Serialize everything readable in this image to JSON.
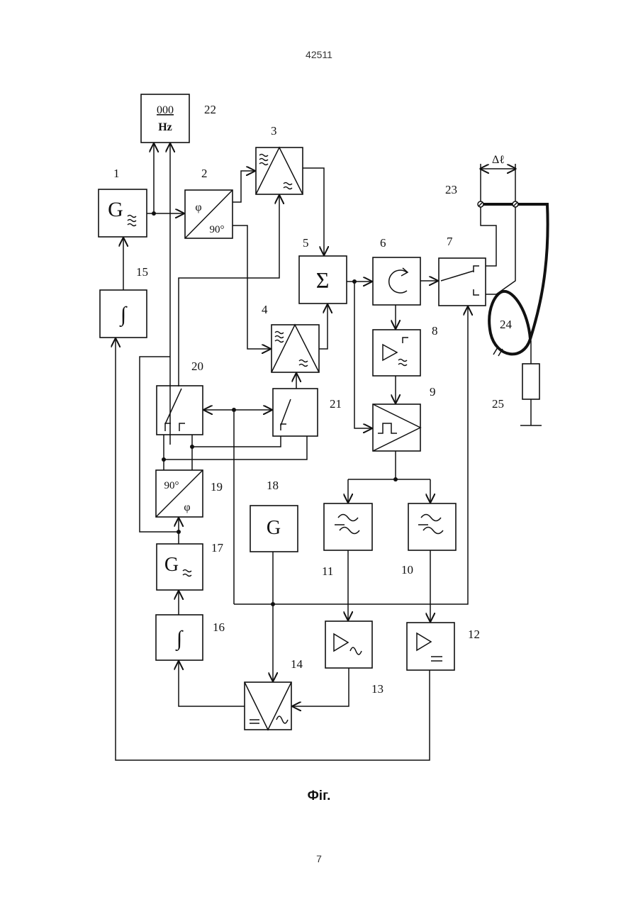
{
  "header": {
    "doc_number": "42511"
  },
  "caption": "Фіг.",
  "page_number": "7",
  "display": {
    "value": "000",
    "unit": "Hz"
  },
  "symbols": {
    "phase_90": "90°",
    "phase_phi": "φ",
    "sum": "Σ",
    "gen": "G",
    "integral": "∫",
    "delta_l": "Δℓ"
  },
  "labels": [
    "1",
    "2",
    "3",
    "4",
    "5",
    "6",
    "7",
    "8",
    "9",
    "10",
    "11",
    "12",
    "13",
    "14",
    "15",
    "16",
    "17",
    "18",
    "19",
    "20",
    "21",
    "22",
    "23",
    "24",
    "25"
  ]
}
